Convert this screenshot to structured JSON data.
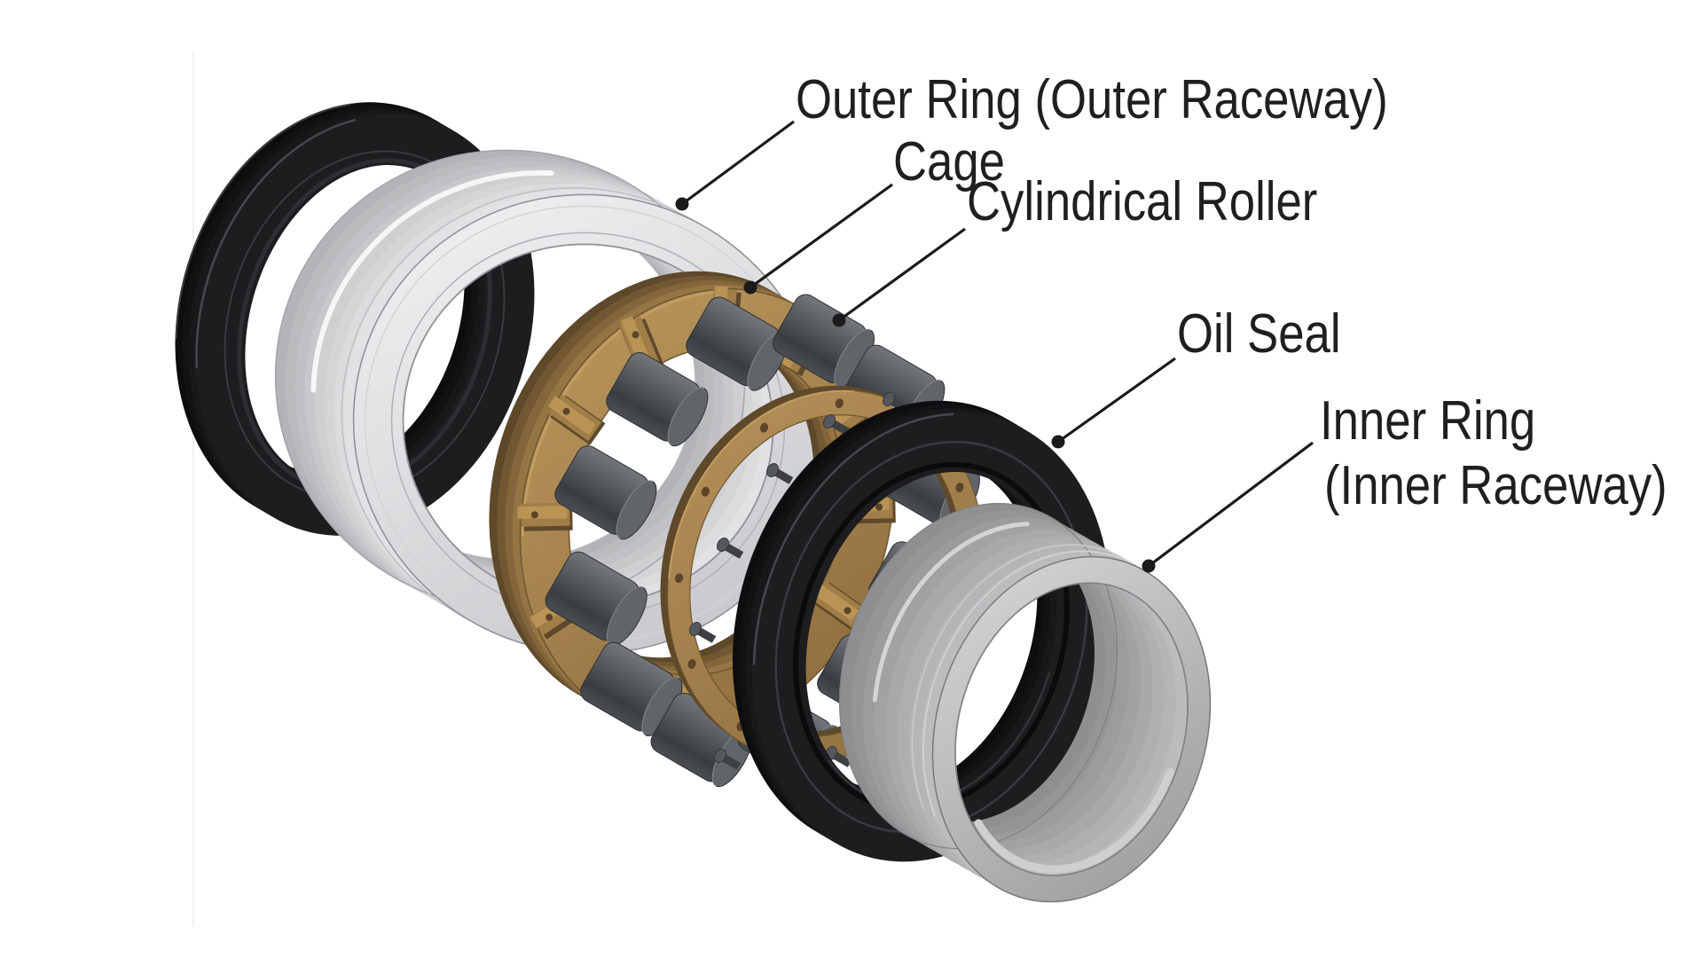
{
  "labels": {
    "outer_ring": "Outer Ring (Outer Raceway)",
    "cage": "Cage",
    "cylindrical_roller": "Cylindrical Roller",
    "oil_seal": "Oil Seal",
    "inner_ring_line1": "Inner Ring",
    "inner_ring_line2": "(Inner Raceway)"
  },
  "components": [
    "rear-seal",
    "outer-ring",
    "cage",
    "cylindrical-rollers",
    "cage-side-plate",
    "oil-seal",
    "inner-ring"
  ],
  "colors": {
    "background": "#ffffff",
    "page_edge": "#f0f0f0",
    "label_text": "#1f1f21",
    "leader_line": "#1a1a1a",
    "seal_front": "#1d1d1f",
    "seal_back": "#0d0d0f",
    "seal_groove": "#3a3a3e",
    "seal_highlight": "#47474b",
    "silver_light": "#f4f4f6",
    "silver_mid": "#e9e9eb",
    "silver_dark": "#b4b4b8",
    "silver_edge": "#8f8f94",
    "brass_light": "#c29d62",
    "brass_mid": "#a8834c",
    "brass_bar": "#a17d47",
    "brass_dark": "#5e492a",
    "brass_hole": "#5a4527",
    "roller_light": "#73767a",
    "roller_mid": "#55585c",
    "roller_dark": "#3a3d41",
    "roller_cap": "#61656a",
    "roller_edge": "#2e3134",
    "inner_light": "#c0c2c4",
    "inner_dark": "#8d8f91",
    "inner_edge": "#77797b",
    "inner_bore": "#cdcfd1",
    "pin_body": "#3e4144",
    "pin_cap": "#54585c"
  }
}
